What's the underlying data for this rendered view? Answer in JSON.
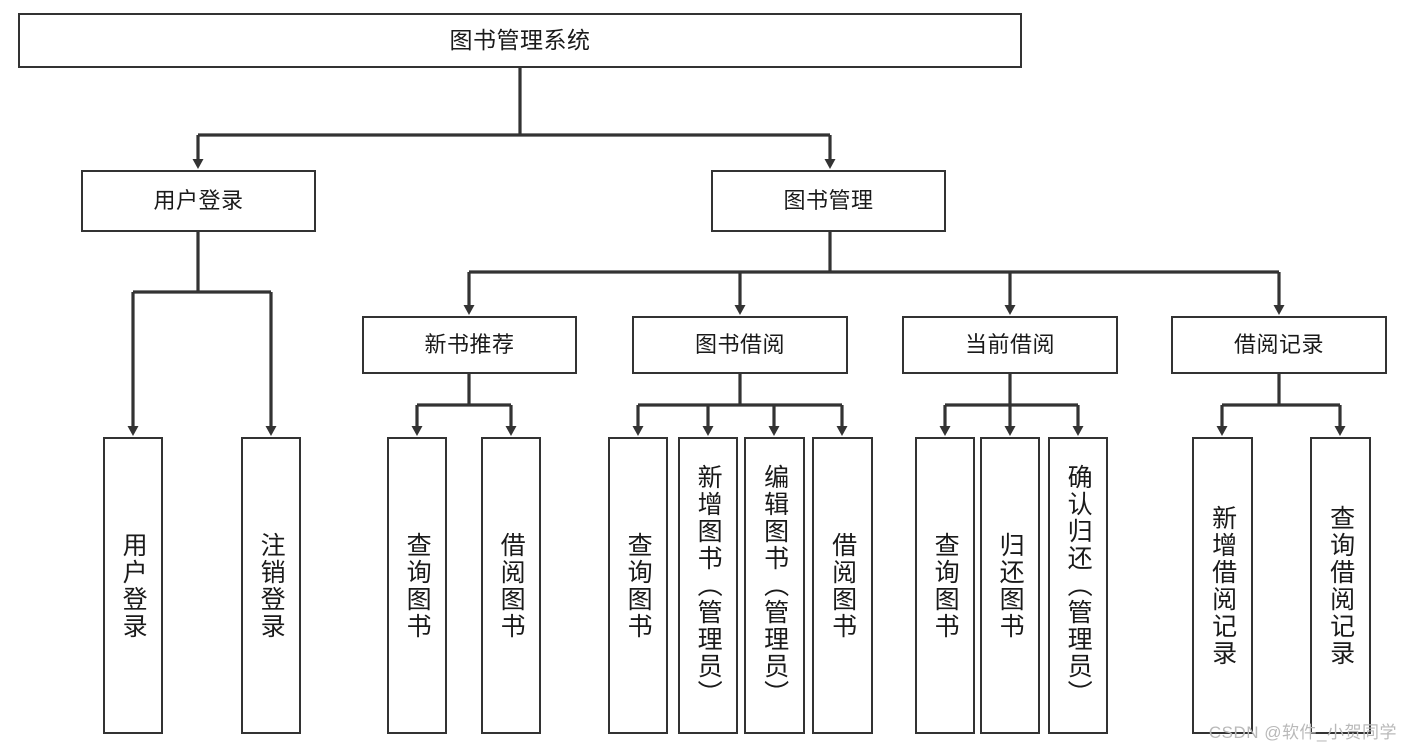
{
  "diagram": {
    "title": "图书管理系统",
    "type": "function-hierarchy-tree",
    "stroke_color": "#333333",
    "fill_color": "#ffffff",
    "text_color": "#1a1a1a"
  },
  "root": {
    "label": "图书管理系统"
  },
  "level2": [
    {
      "label": "用户登录"
    },
    {
      "label": "图书管理"
    }
  ],
  "level3": [
    {
      "label": "新书推荐"
    },
    {
      "label": "图书借阅"
    },
    {
      "label": "当前借阅"
    },
    {
      "label": "借阅记录"
    }
  ],
  "leaves": {
    "user_login": [
      {
        "label": "用户登录"
      },
      {
        "label": "注销登录"
      }
    ],
    "new_book": [
      {
        "label": "查询图书"
      },
      {
        "label": "借阅图书"
      }
    ],
    "borrow_book": [
      {
        "label": "查询图书"
      },
      {
        "label": "新增图书（管理员）"
      },
      {
        "label": "编辑图书（管理员）"
      },
      {
        "label": "借阅图书"
      }
    ],
    "current_borrow": [
      {
        "label": "查询图书"
      },
      {
        "label": "归还图书"
      },
      {
        "label": "确认归还（管理员）"
      }
    ],
    "borrow_record": [
      {
        "label": "新增借阅记录"
      },
      {
        "label": "查询借阅记录"
      }
    ]
  },
  "watermark": {
    "text": "CSDN @软件_小贺同学"
  }
}
